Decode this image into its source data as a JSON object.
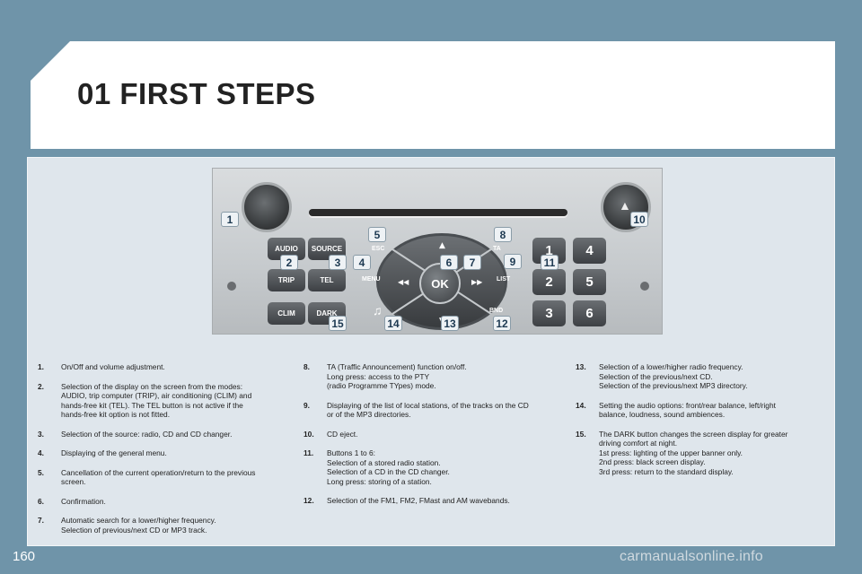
{
  "header": {
    "title": "01 FIRST STEPS"
  },
  "page_number": "160",
  "watermark": "carmanualsonline.info",
  "radio": {
    "keys": {
      "audio": "AUDIO",
      "source": "SOURCE",
      "trip": "TRIP",
      "tel": "TEL",
      "clim": "CLIM",
      "dark": "DARK",
      "esc": "ESC",
      "ta": "TA",
      "menu": "MENU",
      "list": "LIST",
      "bnd": "BND",
      "ok": "OK"
    },
    "numkeys": [
      "1",
      "4",
      "2",
      "5",
      "3",
      "6"
    ],
    "callouts": [
      "1",
      "2",
      "3",
      "4",
      "5",
      "6",
      "7",
      "8",
      "9",
      "10",
      "11",
      "12",
      "13",
      "14",
      "15"
    ]
  },
  "legend": {
    "left": [
      {
        "num": "1.",
        "text": "On/Off and volume adjustment."
      },
      {
        "num": "2.",
        "text": "Selection of the display on the screen from the modes:\nAUDIO, trip computer (TRIP), air conditioning (CLIM) and\nhands-free kit (TEL). The TEL button is not active if the\nhands-free kit option is not fitted."
      },
      {
        "num": "3.",
        "text": "Selection of the source: radio, CD and CD changer."
      },
      {
        "num": "4.",
        "text": "Displaying of the general menu."
      },
      {
        "num": "5.",
        "text": "Cancellation of the current operation/return to the previous\nscreen."
      },
      {
        "num": "6.",
        "text": "Confirmation."
      },
      {
        "num": "7.",
        "text": "Automatic search for a lower/higher frequency.\nSelection of previous/next CD or MP3 track."
      }
    ],
    "middle": [
      {
        "num": "8.",
        "text": "TA (Traffic Announcement) function on/off.\nLong press: access to the PTY\n(radio Programme TYpes) mode."
      },
      {
        "num": "9.",
        "text": "Displaying of the list of local stations, of the tracks on the CD\nor of the MP3 directories."
      },
      {
        "num": "10.",
        "text": "CD eject."
      },
      {
        "num": "11.",
        "text": "Buttons 1 to 6:\nSelection of a stored radio station.\nSelection of a CD in the CD changer.\nLong press: storing of a station."
      },
      {
        "num": "12.",
        "text": "Selection of the FM1, FM2, FMast and AM wavebands."
      }
    ],
    "right": [
      {
        "num": "13.",
        "text": "Selection of a lower/higher radio frequency.\nSelection of the previous/next CD.\nSelection of the previous/next MP3 directory."
      },
      {
        "num": "14.",
        "text": "Setting the audio options: front/rear balance, left/right\nbalance, loudness, sound ambiences."
      },
      {
        "num": "15.",
        "text": "The DARK button changes the screen display for greater\ndriving comfort at night.\n1st press: lighting of the upper banner only.\n2nd press: black screen display.\n3rd press: return to the standard display."
      }
    ]
  }
}
